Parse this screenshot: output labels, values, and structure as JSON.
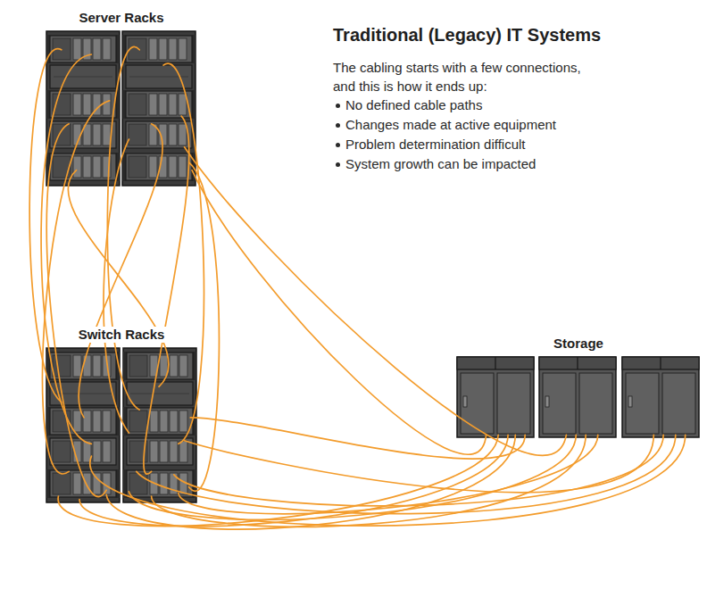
{
  "diagram": {
    "title": "Traditional (Legacy) IT Systems",
    "nodes": [
      {
        "text": [
          "Server Racks"
        ]
      },
      {
        "text": [
          "Switch Racks"
        ]
      },
      {
        "text": [
          "Storage"
        ]
      }
    ],
    "edges": [
      {
        "from": 0,
        "to": 1,
        "arrow": "none"
      },
      {
        "from": 1,
        "to": 2,
        "arrow": "none"
      },
      {
        "from": 0,
        "to": 2,
        "arrow": "none"
      }
    ],
    "labels": [
      "The cabling starts with a few connections, and this is how it ends up:",
      "No defined cable paths",
      "Changes made at active equipment",
      "Problem determination difficult",
      "System growth can be impacted"
    ]
  }
}
